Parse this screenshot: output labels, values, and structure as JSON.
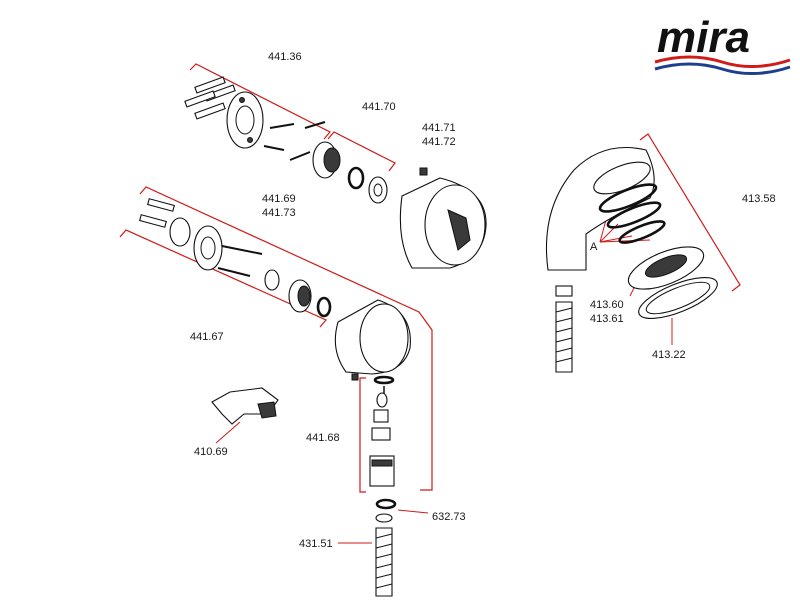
{
  "brand": {
    "logo_text": "mira",
    "wave_colors": [
      "#d11a1a",
      "#1e3f8f"
    ]
  },
  "bracket_color": "#d11a1a",
  "labels": {
    "l_441_36": "441.36",
    "l_441_70": "441.70",
    "l_441_71": "441.71",
    "l_441_72": "441.72",
    "l_441_69": "441.69",
    "l_441_73": "441.73",
    "l_441_67": "441.67",
    "l_441_68": "441.68",
    "l_410_69": "410.69",
    "l_632_73": "632.73",
    "l_431_51": "431.51",
    "l_413_58": "413.58",
    "l_413_60": "413.60",
    "l_413_61": "413.61",
    "l_413_22": "413.22",
    "l_A": "A"
  }
}
